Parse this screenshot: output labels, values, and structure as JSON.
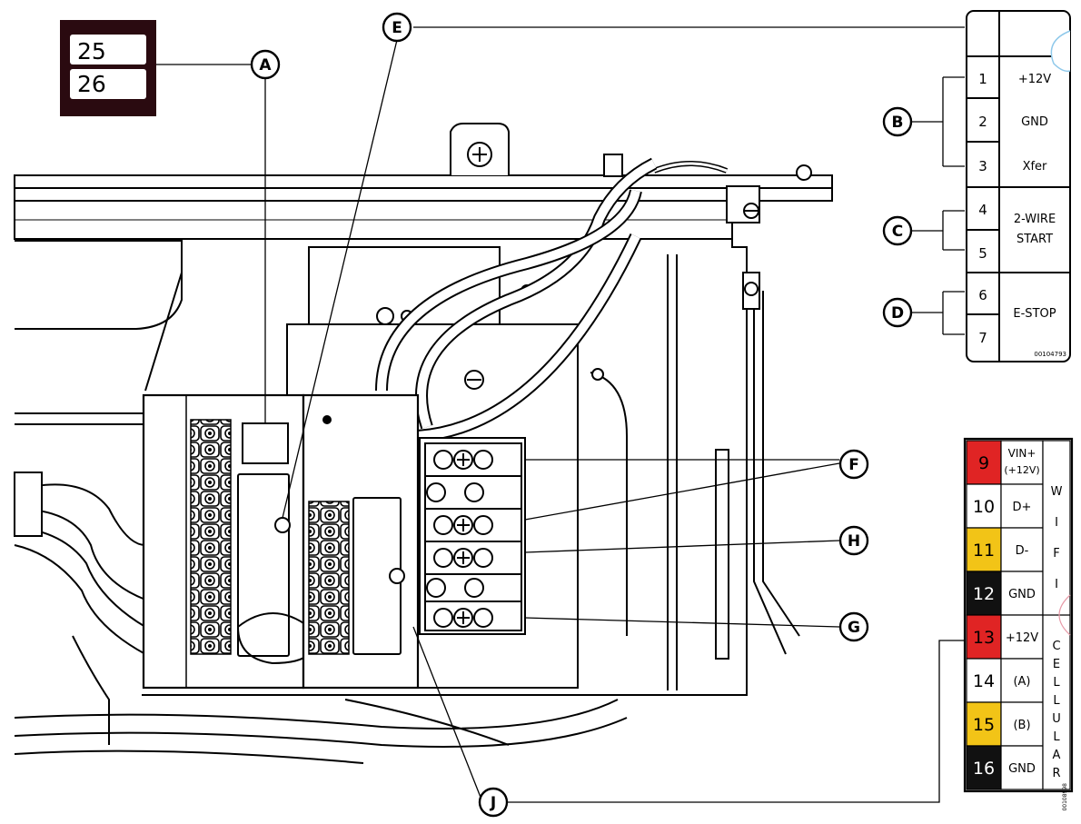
{
  "inset_labels": {
    "top": "25",
    "bottom": "26"
  },
  "callouts": {
    "A": "A",
    "B": "B",
    "C": "C",
    "D": "D",
    "E": "E",
    "F": "F",
    "G": "G",
    "H": "H",
    "J": "J"
  },
  "terminal_block": {
    "rows": [
      {
        "num": "1",
        "label": "+12V"
      },
      {
        "num": "2",
        "label": "GND"
      },
      {
        "num": "3",
        "label": "Xfer"
      },
      {
        "num": "4",
        "label": "2-WIRE"
      },
      {
        "num": "5",
        "label": "START"
      },
      {
        "num": "6",
        "label": "E-STOP"
      },
      {
        "num": "7",
        "label": ""
      }
    ],
    "part_number": "00104793"
  },
  "connector": {
    "rows": [
      {
        "num": "9",
        "label": "VIN+",
        "label2": "(+12V)",
        "color": "#e02424",
        "text_color": "#000000"
      },
      {
        "num": "10",
        "label": "D+",
        "label2": "",
        "color": "#ffffff",
        "text_color": "#000000"
      },
      {
        "num": "11",
        "label": "D-",
        "label2": "",
        "color": "#f2c417",
        "text_color": "#000000"
      },
      {
        "num": "12",
        "label": "GND",
        "label2": "",
        "color": "#111111",
        "text_color": "#ffffff"
      },
      {
        "num": "13",
        "label": "+12V",
        "label2": "",
        "color": "#e02424",
        "text_color": "#000000"
      },
      {
        "num": "14",
        "label": "(A)",
        "label2": "",
        "color": "#ffffff",
        "text_color": "#000000"
      },
      {
        "num": "15",
        "label": "(B)",
        "label2": "",
        "color": "#f2c417",
        "text_color": "#000000"
      },
      {
        "num": "16",
        "label": "GND",
        "label2": "",
        "color": "#111111",
        "text_color": "#ffffff"
      }
    ],
    "group_wifi": [
      "W",
      "I",
      "F",
      "I"
    ],
    "group_cellular": [
      "C",
      "E",
      "L",
      "L",
      "U",
      "L",
      "A",
      "R"
    ],
    "part_number": "00108998"
  },
  "colors": {
    "red": "#e02424",
    "yellow": "#f2c417",
    "black": "#111111"
  }
}
